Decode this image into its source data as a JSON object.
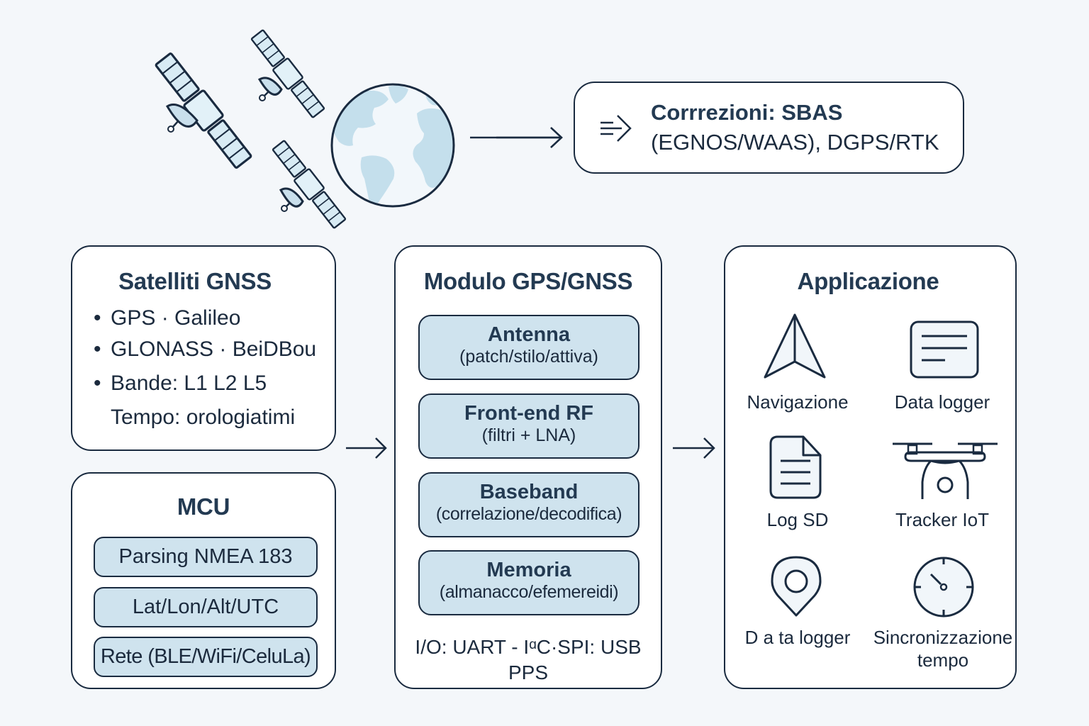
{
  "colors": {
    "background": "#f4f7fa",
    "stroke": "#1a2b40",
    "title_text": "#233a52",
    "body_text": "#1b2a3d",
    "block_fill": "#cfe3ee",
    "icon_fill": "#f1f6fa",
    "globe_land": "#c4dfec",
    "satellite_panel": "#d8ebf4"
  },
  "top": {
    "illustration": {
      "satellite_count": 3,
      "globe_icon": "globe-icon",
      "satellite_icon": "satellite-icon"
    },
    "corrections": {
      "icon": "arrow-right-lines-icon",
      "line1": "Corrrezioni: SBAS",
      "line2": "(EGNOS/WAAS), DGPS/RTK"
    }
  },
  "gnss_box": {
    "title": "Satelliti GNSS",
    "lines": [
      {
        "bullet": "•",
        "text": "GPS · Galileo"
      },
      {
        "bullet": "•",
        "text": "GLONASS · BeiDBou"
      },
      {
        "bullet": "•",
        "text": "Bande: L1 L2 L5"
      },
      {
        "bullet": "",
        "text": "Tempo: orologiatimi"
      }
    ]
  },
  "mcu_box": {
    "title": "MCU",
    "blocks": [
      "Parsing NMEA 183",
      "Lat/Lon/Alt/UTC",
      "Rete (BLE/WiFi/CeluLa)"
    ]
  },
  "module_box": {
    "title": "Modulo GPS/GNSS",
    "blocks": [
      {
        "title": "Antenna",
        "desc": "(patch/stilo/attiva)"
      },
      {
        "title": "Front-end RF",
        "desc": "(filtri + LNA)"
      },
      {
        "title": "Baseband",
        "desc": "(correlazione/decodifica)"
      },
      {
        "title": "Memoria",
        "desc": "(almanacco/efemereidi)"
      }
    ],
    "io_line1": "I/O: UART - IᵅC·SPI: USB",
    "io_line2": "PPS"
  },
  "app_box": {
    "title": "Applicazione",
    "items": [
      {
        "label": "Navigazione",
        "icon": "navigation-arrow-icon"
      },
      {
        "label": "Data logger",
        "icon": "data-logger-card-icon"
      },
      {
        "label": "Log SD",
        "icon": "document-icon"
      },
      {
        "label": "Tracker IoT",
        "icon": "drone-icon"
      },
      {
        "label": "D a ta logger",
        "icon": "location-pin-icon"
      },
      {
        "label": "Sincronizzazione tempo",
        "label_line1": "Sincronizzazione",
        "label_line2": "tempo",
        "icon": "clock-icon"
      }
    ]
  },
  "arrows": [
    {
      "from": "globe",
      "to": "corrections",
      "icon": "arrow-right-icon"
    },
    {
      "from": "gnss_box",
      "to": "module_box",
      "icon": "arrow-right-icon"
    },
    {
      "from": "module_box",
      "to": "app_box",
      "icon": "arrow-right-icon"
    }
  ]
}
